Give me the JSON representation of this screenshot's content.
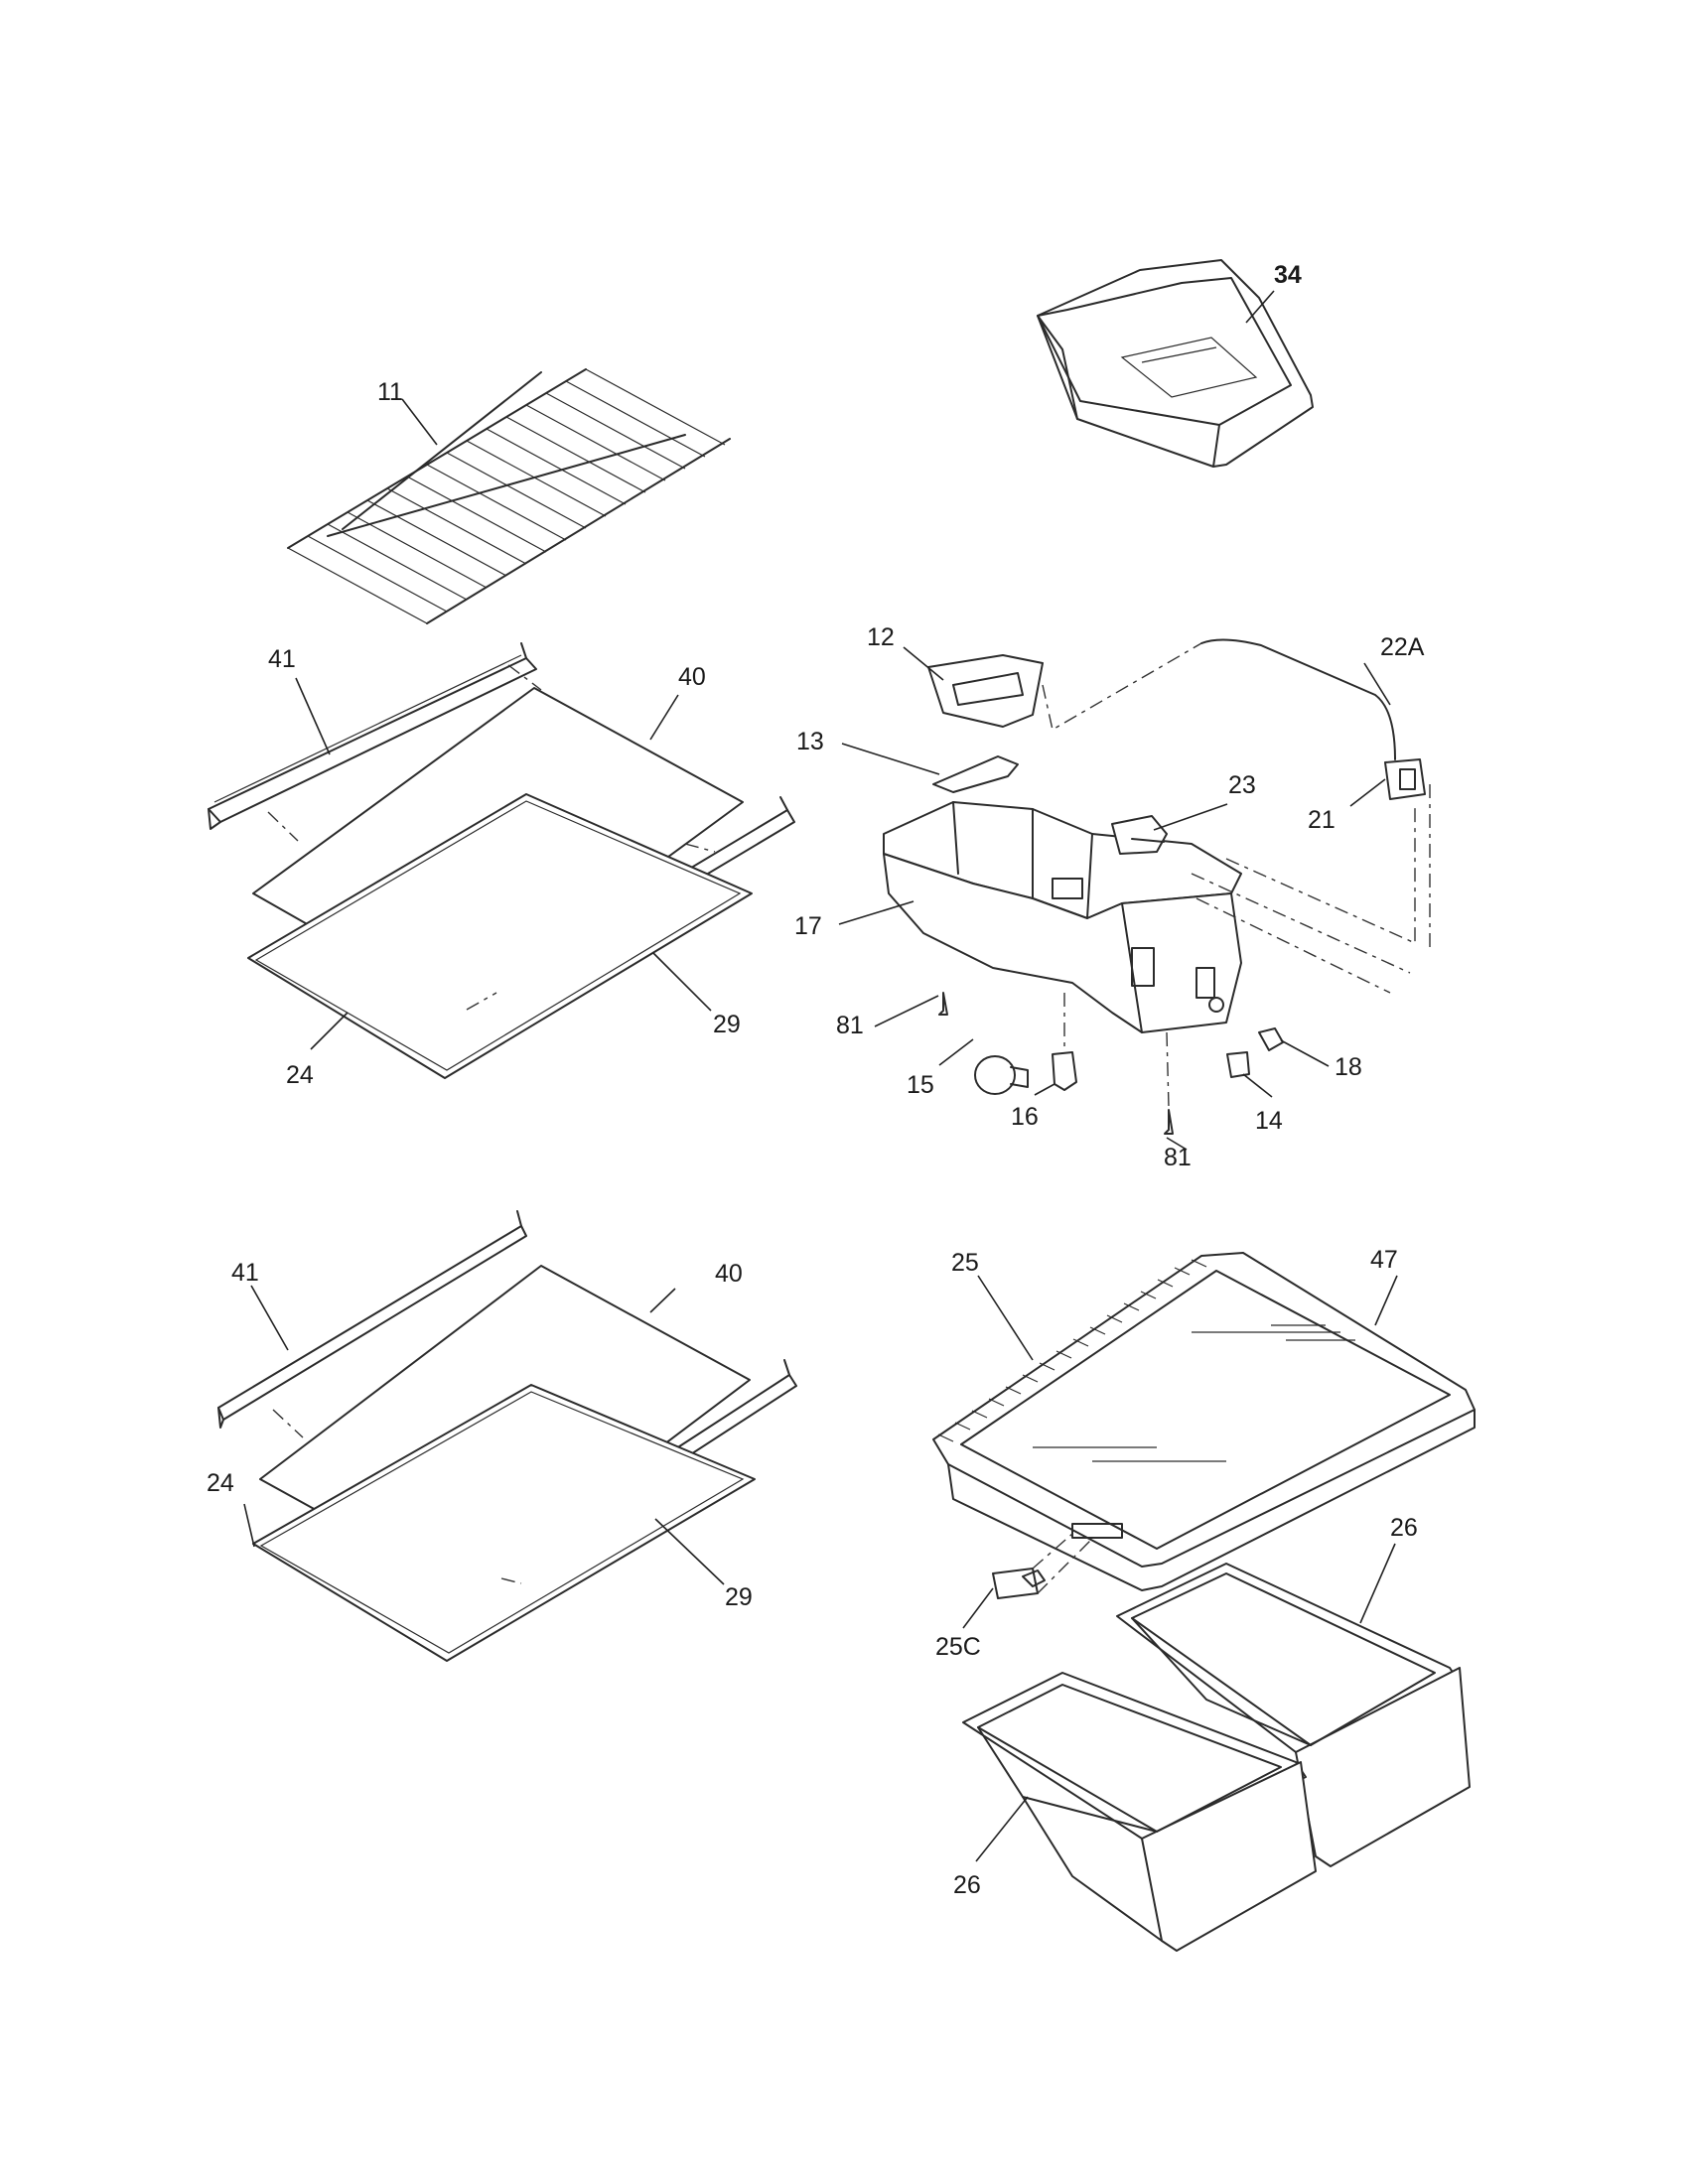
{
  "labels": {
    "p11": "11",
    "p34": "34",
    "p41a": "41",
    "p40a": "40",
    "p29a": "29",
    "p24a": "24",
    "p12": "12",
    "p13": "13",
    "p17": "17",
    "p81a": "81",
    "p15": "15",
    "p16": "16",
    "p81b": "81",
    "p14": "14",
    "p18": "18",
    "p23": "23",
    "p21": "21",
    "p22A": "22A",
    "p41b": "41",
    "p40b": "40",
    "p24b": "24",
    "p29b": "29",
    "p25": "25",
    "p47": "47",
    "p25C": "25C",
    "p26a": "26",
    "p26b": "26"
  }
}
